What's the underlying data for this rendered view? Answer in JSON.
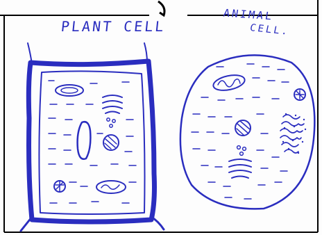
{
  "labels": {
    "plant_cell_title": "PLANT CELL",
    "animal_cell_title_line1": "ANIMAL",
    "animal_cell_title_line2": "CELL."
  },
  "colors": {
    "ink": "#2a2dbf",
    "paper": "#fdfdfd",
    "border": "#000000"
  }
}
